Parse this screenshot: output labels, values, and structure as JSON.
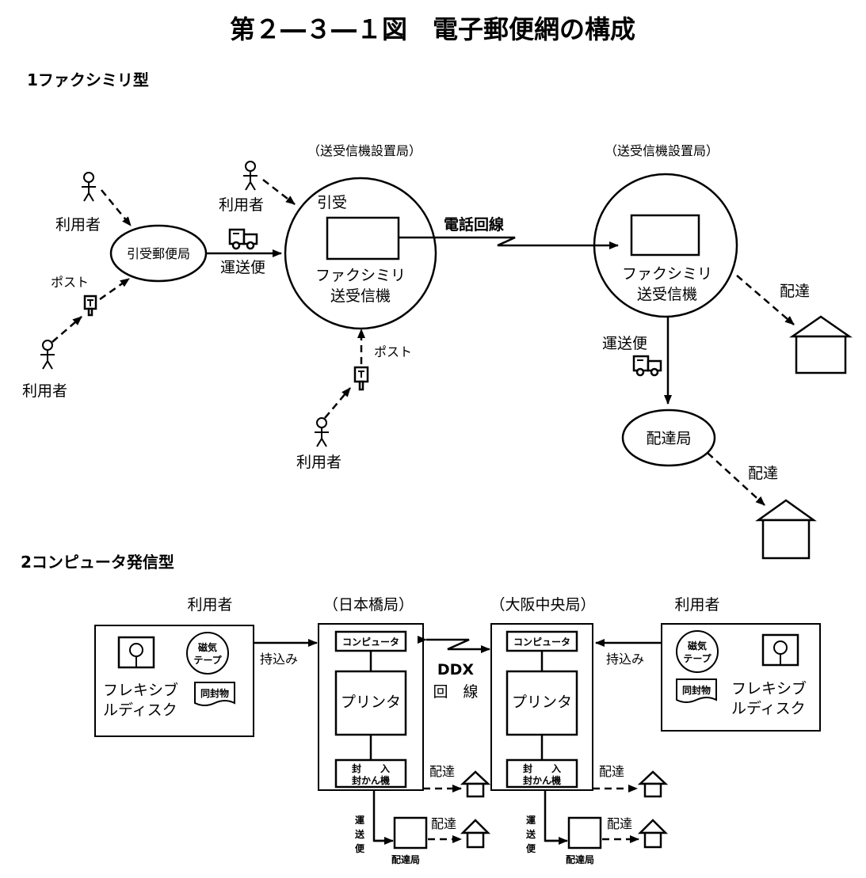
{
  "title": "第２―３―１図　電子郵便網の構成",
  "section1": {
    "heading": "1ファクシミリ型",
    "user_label": "利用者",
    "post_label": "ポスト",
    "intake_office": "引受郵便局",
    "transport_label": "運送便",
    "station_caption_left": "（送受信機設置局）",
    "station_caption_right": "（送受信機設置局）",
    "intake_label": "引受",
    "fax_line1": "ファクシミリ",
    "fax_line2": "送受信機",
    "phone_line_label": "電話回線",
    "delivery_label": "配達",
    "delivery_office": "配達局"
  },
  "section2": {
    "heading": "2コンピュータ発信型",
    "user_label": "利用者",
    "office_left_caption": "（日本橋局）",
    "office_right_caption": "（大阪中央局）",
    "flexible_disk_line1": "フレキシブ",
    "flexible_disk_line2": "ルディスク",
    "magnetic_tape_line1": "磁気",
    "magnetic_tape_line2": "テープ",
    "enclosure_label": "同封物",
    "carry_in_label": "持込み",
    "computer_label": "コンピュータ",
    "printer_label": "プリンタ",
    "inserter_line1": "封　　入",
    "inserter_line2": "封かん機",
    "ddx_line1": "DDX",
    "ddx_line2": "回　線",
    "delivery_label": "配達",
    "transport_v1": "運",
    "transport_v2": "送",
    "transport_v3": "便",
    "delivery_office": "配達局"
  }
}
